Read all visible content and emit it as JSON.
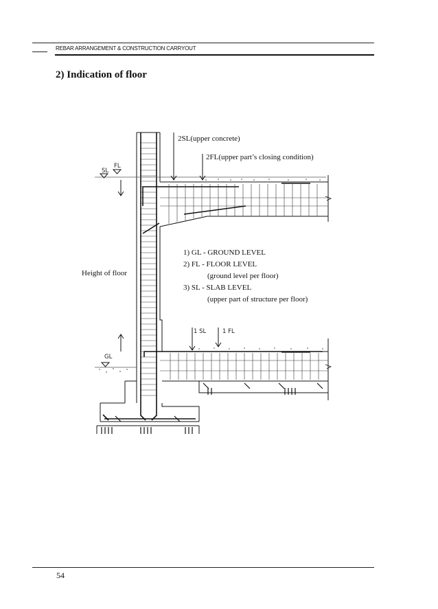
{
  "header": {
    "running_title": "REBAR ARRANGEMENT & CONSTRUCTION CARRYOUT"
  },
  "section": {
    "title": "2) Indication of floor"
  },
  "drawing": {
    "callout_2sl": "2SL(upper concrete)",
    "callout_2fl": "2FL(upper part’s closing condition)",
    "mark_sl_top": "SL",
    "mark_fl_top": "FL",
    "mark_gl": "GL",
    "mark_1sl": "1 SL",
    "mark_1fl": "1 FL",
    "height_label": "Height of floor",
    "legend": {
      "gl": "1) GL - GROUND LEVEL",
      "fl": "2) FL - FLOOR LEVEL",
      "fl_note": "(ground level per floor)",
      "sl": "3) SL - SLAB LEVEL",
      "sl_note": "(upper part of structure per floor)"
    }
  },
  "footer": {
    "page_number": "54"
  }
}
